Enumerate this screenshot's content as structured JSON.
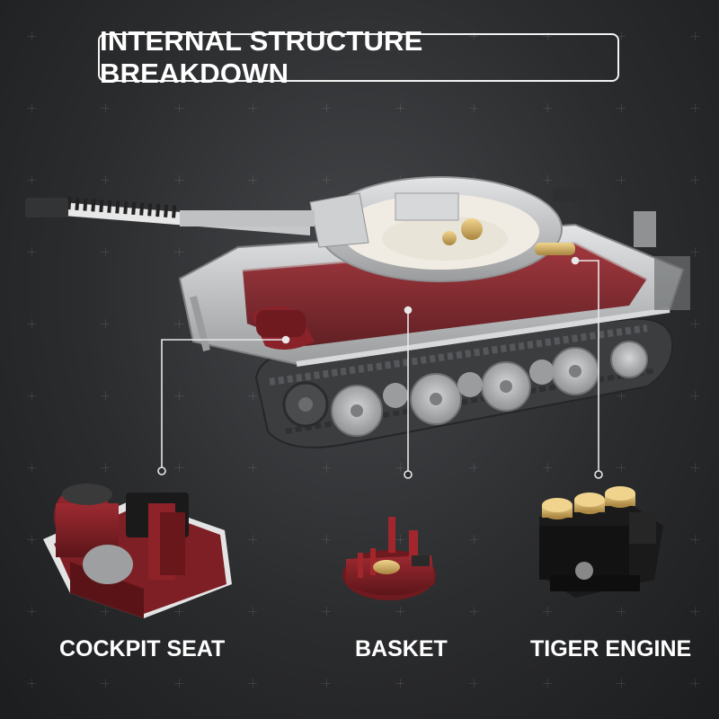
{
  "title": "INTERNAL STRUCTURE BREAKDOWN",
  "components": [
    {
      "label": "COCKPIT SEAT"
    },
    {
      "label": "BASKET"
    },
    {
      "label": "TIGER ENGINE"
    }
  ],
  "colors": {
    "background": "#2b2c2e",
    "tank_grey": "#b9bbbd",
    "interior_red": "#7a1f24",
    "track_dark": "#3a3b3d",
    "engine_black": "#161616",
    "brass": "#c9a557",
    "callout_line": "#e8e8e8"
  }
}
